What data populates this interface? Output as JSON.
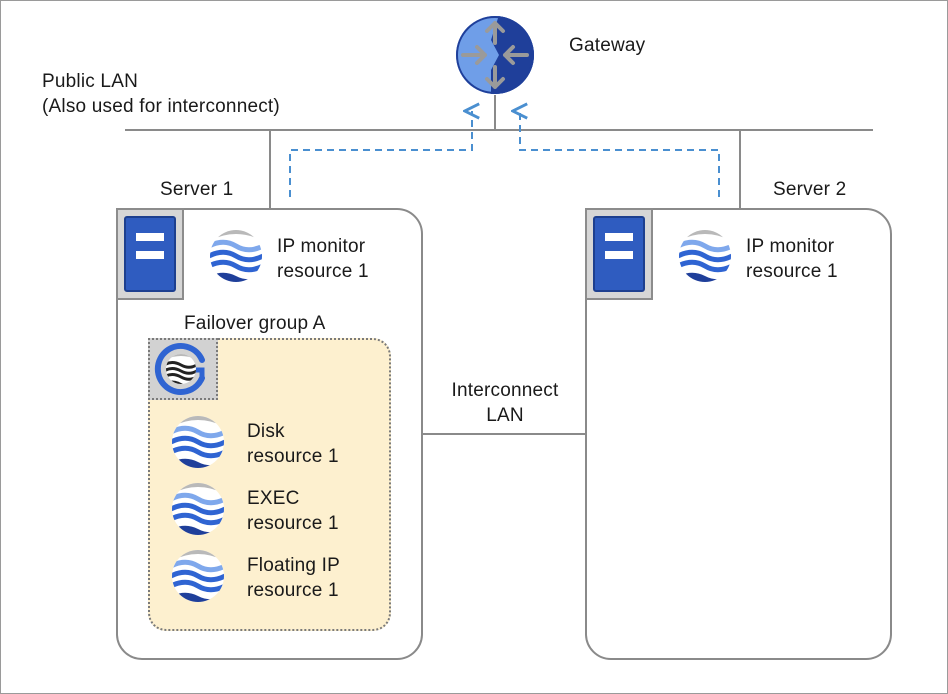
{
  "gateway": {
    "label": "Gateway",
    "icon": "router-icon"
  },
  "public_lan": {
    "line1": "Public LAN",
    "line2": "(Also used for interconnect)"
  },
  "interconnect": {
    "line1": "Interconnect",
    "line2": "LAN"
  },
  "server1": {
    "name": "Server 1",
    "icon": "server-icon",
    "monitor": {
      "line1": "IP monitor",
      "line2": "resource 1",
      "icon": "resource-icon"
    },
    "group": {
      "title": "Failover group A",
      "icon": "failover-group-icon",
      "resources": [
        {
          "line1": "Disk",
          "line2": "resource 1",
          "icon": "resource-icon"
        },
        {
          "line1": "EXEC",
          "line2": "resource 1",
          "icon": "resource-icon"
        },
        {
          "line1": "Floating IP",
          "line2": "resource 1",
          "icon": "resource-icon"
        }
      ]
    }
  },
  "server2": {
    "name": "Server 2",
    "icon": "server-icon",
    "monitor": {
      "line1": "IP monitor",
      "line2": "resource 1",
      "icon": "resource-icon"
    }
  },
  "colors": {
    "line": "#8a8a8a",
    "dashed_arrow": "#4a8fd0",
    "server_blue": "#2f5cc0",
    "group_fill": "#fdf0cf",
    "gateway_blue": "#6f9ee8",
    "gateway_dark": "#1f3f9a"
  }
}
